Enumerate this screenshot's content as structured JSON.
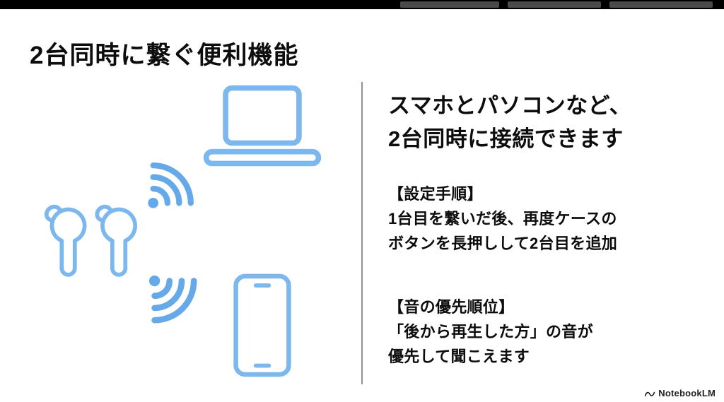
{
  "title": "2台同時に繋ぐ便利機能",
  "right_panel": {
    "heading_line1": "スマホとパソコンなど、",
    "heading_line2": "2台同時に接続できます",
    "sections": [
      {
        "heading": "【設定手順】",
        "line1": "1台目を繋いだ後、再度ケースの",
        "line2": "ボタンを長押しして2台目を追加"
      },
      {
        "heading": "【音の優先順位】",
        "line1": "「後から再生した方」の音が",
        "line2": "優先して聞こえます"
      }
    ]
  },
  "illustration": {
    "icons": [
      "laptop-icon",
      "wireless-signal-up-icon",
      "earbuds-icon",
      "wireless-signal-down-icon",
      "smartphone-icon"
    ],
    "outline_color": "#7CB8ED",
    "wave_color": "#66A9E8"
  },
  "divider_color": "#8d9296",
  "footer": {
    "logo_text": "NotebookLM"
  }
}
